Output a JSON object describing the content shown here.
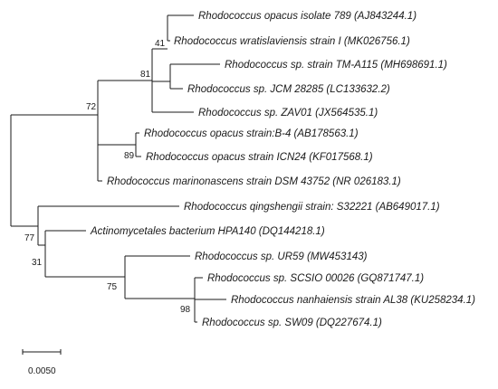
{
  "tree": {
    "leaves": [
      "Rhodococcus opacus isolate 789 (AJ843244.1)",
      "Rhodococcus wratislaviensis strain I (MK026756.1)",
      "Rhodococcus sp. strain TM-A115 (MH698691.1)",
      "Rhodococcus sp. JCM 28285 (LC133632.2)",
      "Rhodococcus sp. ZAV01 (JX564535.1)",
      "Rhodococcus opacus strain:B-4 (AB178563.1)",
      "Rhodococcus opacus strain ICN24 (KF017568.1)",
      "Rhodococcus marinonascens strain DSM 43752 (NR 026183.1)",
      "Rhodococcus qingshengii strain: S32221 (AB649017.1)",
      "Actinomycetales bacterium HPA140 (DQ144218.1)",
      "Rhodococcus sp. UR59 (MW453143)",
      "Rhodococcus sp. SCSIO 00026 (GQ871747.1)",
      "Rhodococcus nanhaiensis strain AL38 (KU258234.1)",
      "Rhodococcus sp. SW09 (DQ227674.1)"
    ],
    "bootstrap": [
      "41",
      "81",
      "72",
      "89",
      "77",
      "31",
      "75",
      "98"
    ],
    "scale_label": "0.0050"
  }
}
